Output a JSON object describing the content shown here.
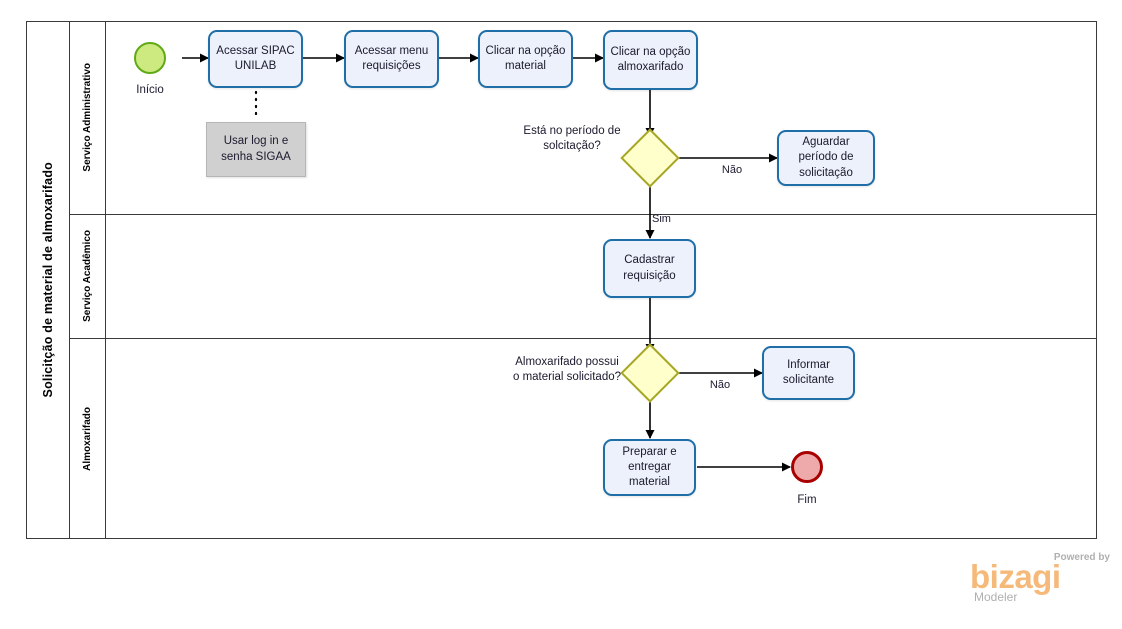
{
  "pool": {
    "title": "Solicitção de material de almoxarifado",
    "lanes": [
      {
        "id": "lane-servico-administrativo",
        "label": "Serviço Administrativo"
      },
      {
        "id": "lane-servico-academico",
        "label": "Serviço Acadêmico"
      },
      {
        "id": "lane-almoxarifado",
        "label": "Almoxarifado"
      }
    ]
  },
  "events": {
    "start": {
      "label": "Início",
      "fill": "#cdea80",
      "stroke": "#60a917"
    },
    "end": {
      "label": "Fim",
      "fill": "#eeaaaa",
      "stroke": "#a80000"
    }
  },
  "tasks": [
    {
      "id": "task-acessar-sipac-unilab",
      "label": "Acessar SIPAC UNILAB"
    },
    {
      "id": "task-acessar-menu-requisicoes",
      "label": "Acessar menu requisições"
    },
    {
      "id": "task-clicar-opcao-material",
      "label": "Clicar na opção material"
    },
    {
      "id": "task-clicar-opcao-almoxarifado",
      "label": "Clicar na opção almoxarifado"
    },
    {
      "id": "task-aguardar-periodo-solicitacao",
      "label": "Aguardar período de solicitação"
    },
    {
      "id": "task-cadastrar-requisicao",
      "label": "Cadastrar requisição"
    },
    {
      "id": "task-informar-solicitante",
      "label": "Informar solicitante"
    },
    {
      "id": "task-preparar-entregar-material",
      "label": "Preparar e entregar material"
    }
  ],
  "gateways": [
    {
      "id": "gateway-periodo-solicitacao",
      "label": "Está no período de solcitação?",
      "fill": "#ffffcc",
      "stroke": "#a6a626"
    },
    {
      "id": "gateway-possui-material",
      "label": "Almoxarifado possui o material solicitado?",
      "fill": "#ffffcc",
      "stroke": "#a6a626"
    }
  ],
  "flow_labels": {
    "nao_periodo": "Não",
    "sim_periodo": "Sim",
    "nao_material": "Não"
  },
  "annotation": {
    "id": "annotation-login",
    "text": "Usar log in e senha SIGAA"
  },
  "branding": {
    "powered_by": "Powered by",
    "name": "bizagi",
    "product": "Modeler",
    "accent": "#f5b97a"
  },
  "theme": {
    "task_fill": "#edf1fb",
    "task_stroke": "#1f6ea8",
    "pool_stroke": "#3a3a3a",
    "annotation_fill": "#d0d0d0"
  }
}
